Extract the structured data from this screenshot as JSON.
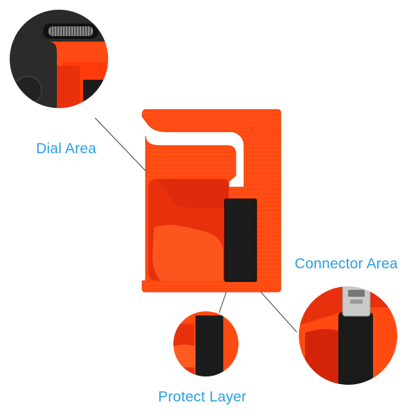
{
  "labels": {
    "dial_area": "Dial Area",
    "connector_area": "Connector Area",
    "protect_layer": "Protect Layer"
  },
  "colors": {
    "holder_orange": "#ff4a12",
    "holder_shadow": "#e83a08",
    "holder_dark_red": "#d4250a",
    "pad_black": "#1c1c1c",
    "label_blue": "#2a9fe0",
    "leader_line": "#333333"
  },
  "icons": {
    "dial_zoom": "watch-dial-closeup",
    "connector_zoom": "micro-usb-connector-closeup",
    "protect_zoom": "protect-layer-closeup"
  }
}
